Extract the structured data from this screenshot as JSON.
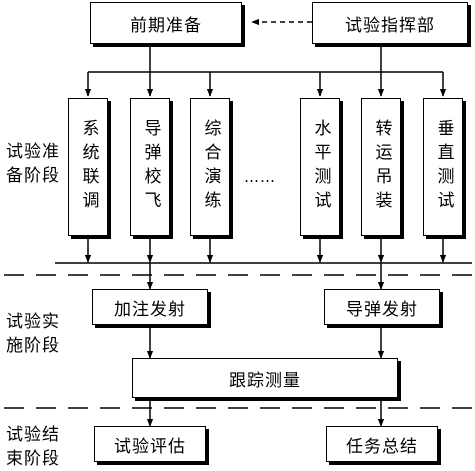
{
  "command": "试验指挥部",
  "prep": "前期准备",
  "tasks": [
    {
      "id": "task-system-integration",
      "text": "系统联调"
    },
    {
      "id": "task-missile-calibration",
      "text": "导弹校飞"
    },
    {
      "id": "task-comprehensive-drill",
      "text": "综合演练"
    },
    {
      "id": "task-level-test",
      "text": "水平测试"
    },
    {
      "id": "task-transfer-hoisting",
      "text": "转运吊装"
    },
    {
      "id": "task-vertical-test",
      "text": "垂直测试"
    }
  ],
  "ellipsis": "……",
  "execution": {
    "fueling_launch": "加注发射",
    "missile_launch": "导弹发射",
    "tracking": "跟踪测量"
  },
  "conclusion": {
    "evaluation": "试验评估",
    "summary": "任务总结"
  },
  "phases": {
    "prep": [
      "试验准",
      "备阶段"
    ],
    "execution": [
      "试验实",
      "施阶段"
    ],
    "conclusion": [
      "试验结",
      "束阶段"
    ]
  }
}
